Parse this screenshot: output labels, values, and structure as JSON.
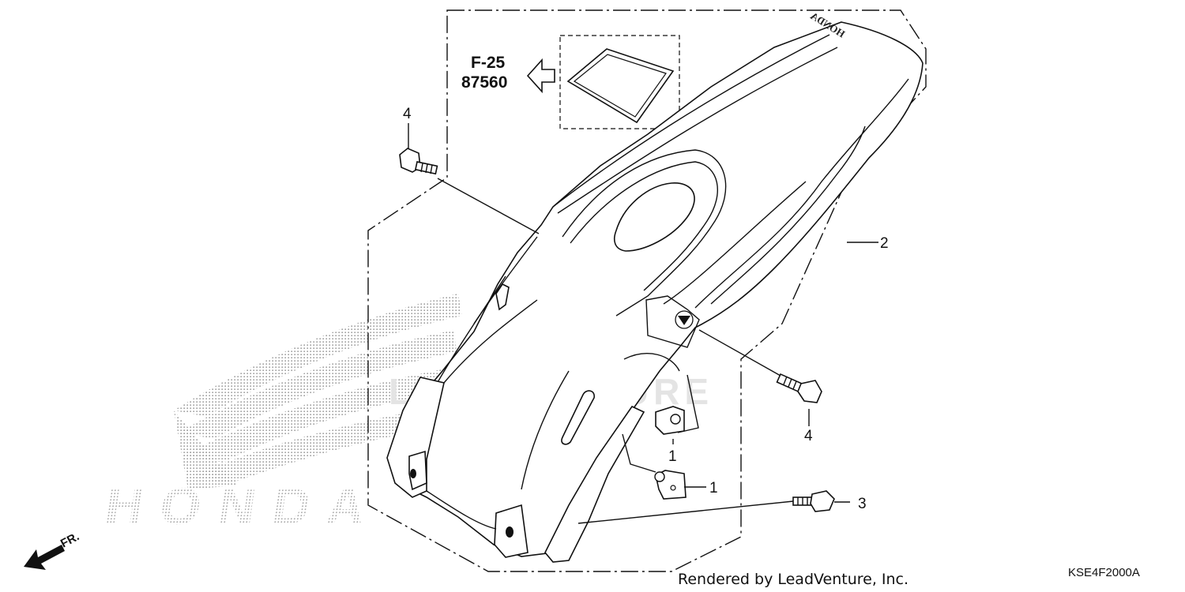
{
  "diagram": {
    "sticker_ref": {
      "line1": "F-25",
      "line2": "87560"
    },
    "callouts": [
      {
        "id": "c4a",
        "label": "4"
      },
      {
        "id": "c2",
        "label": "2"
      },
      {
        "id": "c4b",
        "label": "4"
      },
      {
        "id": "c1a",
        "label": "1"
      },
      {
        "id": "c1b",
        "label": "1"
      },
      {
        "id": "c3",
        "label": "3"
      }
    ],
    "fender_emblem": "HONDA",
    "front_indicator": "FR.",
    "background_logo_text": "HONDA",
    "watermark_text": "LEADVENTURE",
    "footer_text": "Rendered by LeadVenture, Inc.",
    "diagram_id": "KSE4F2000A"
  }
}
